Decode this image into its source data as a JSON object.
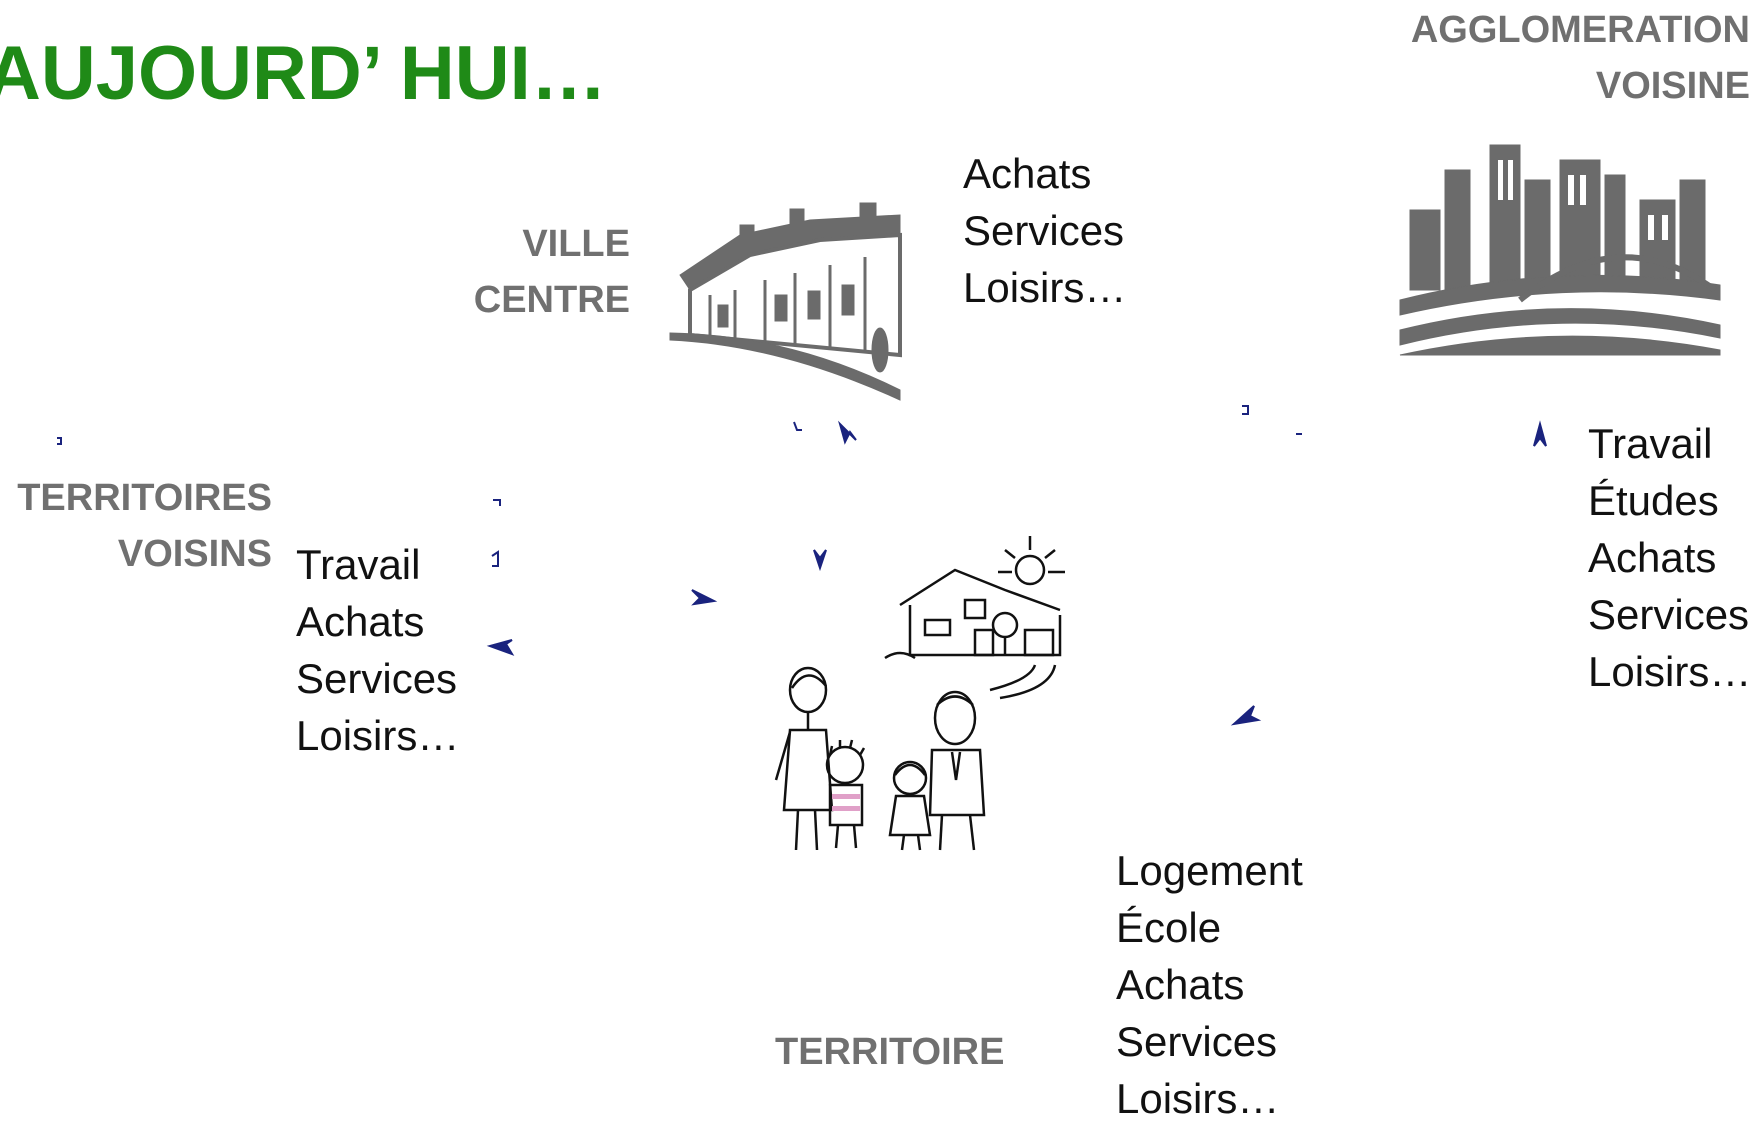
{
  "title": "AUJOURD’ HUI…",
  "labels": {
    "agglomeration_line1": "AGGLOMERATION",
    "agglomeration_line2": "VOISINE",
    "ville_line1": "VILLE",
    "ville_line2": "CENTRE",
    "territoires_line1": "TERRITOIRES",
    "territoires_line2": "VOISINS",
    "territoire": "TERRITOIRE"
  },
  "lists": {
    "ville_centre": [
      "Achats",
      "Services",
      "Loisirs…"
    ],
    "agglomeration": [
      "Travail",
      "Études",
      "Achats",
      "Services",
      "Loisirs…"
    ],
    "territoires_voisins": [
      "Travail",
      "Achats",
      "Services",
      "Loisirs…"
    ],
    "territoire": [
      "Logement",
      "École",
      "Achats",
      "Services",
      "Loisirs…"
    ]
  },
  "colors": {
    "title": "#1f8a17",
    "label": "#707070",
    "illustration": "#6b6b6b",
    "arrow": "#1a237e"
  },
  "icons": [
    "village-illustration",
    "city-illustration",
    "house-illustration",
    "family-illustration",
    "arrowhead-icon"
  ]
}
